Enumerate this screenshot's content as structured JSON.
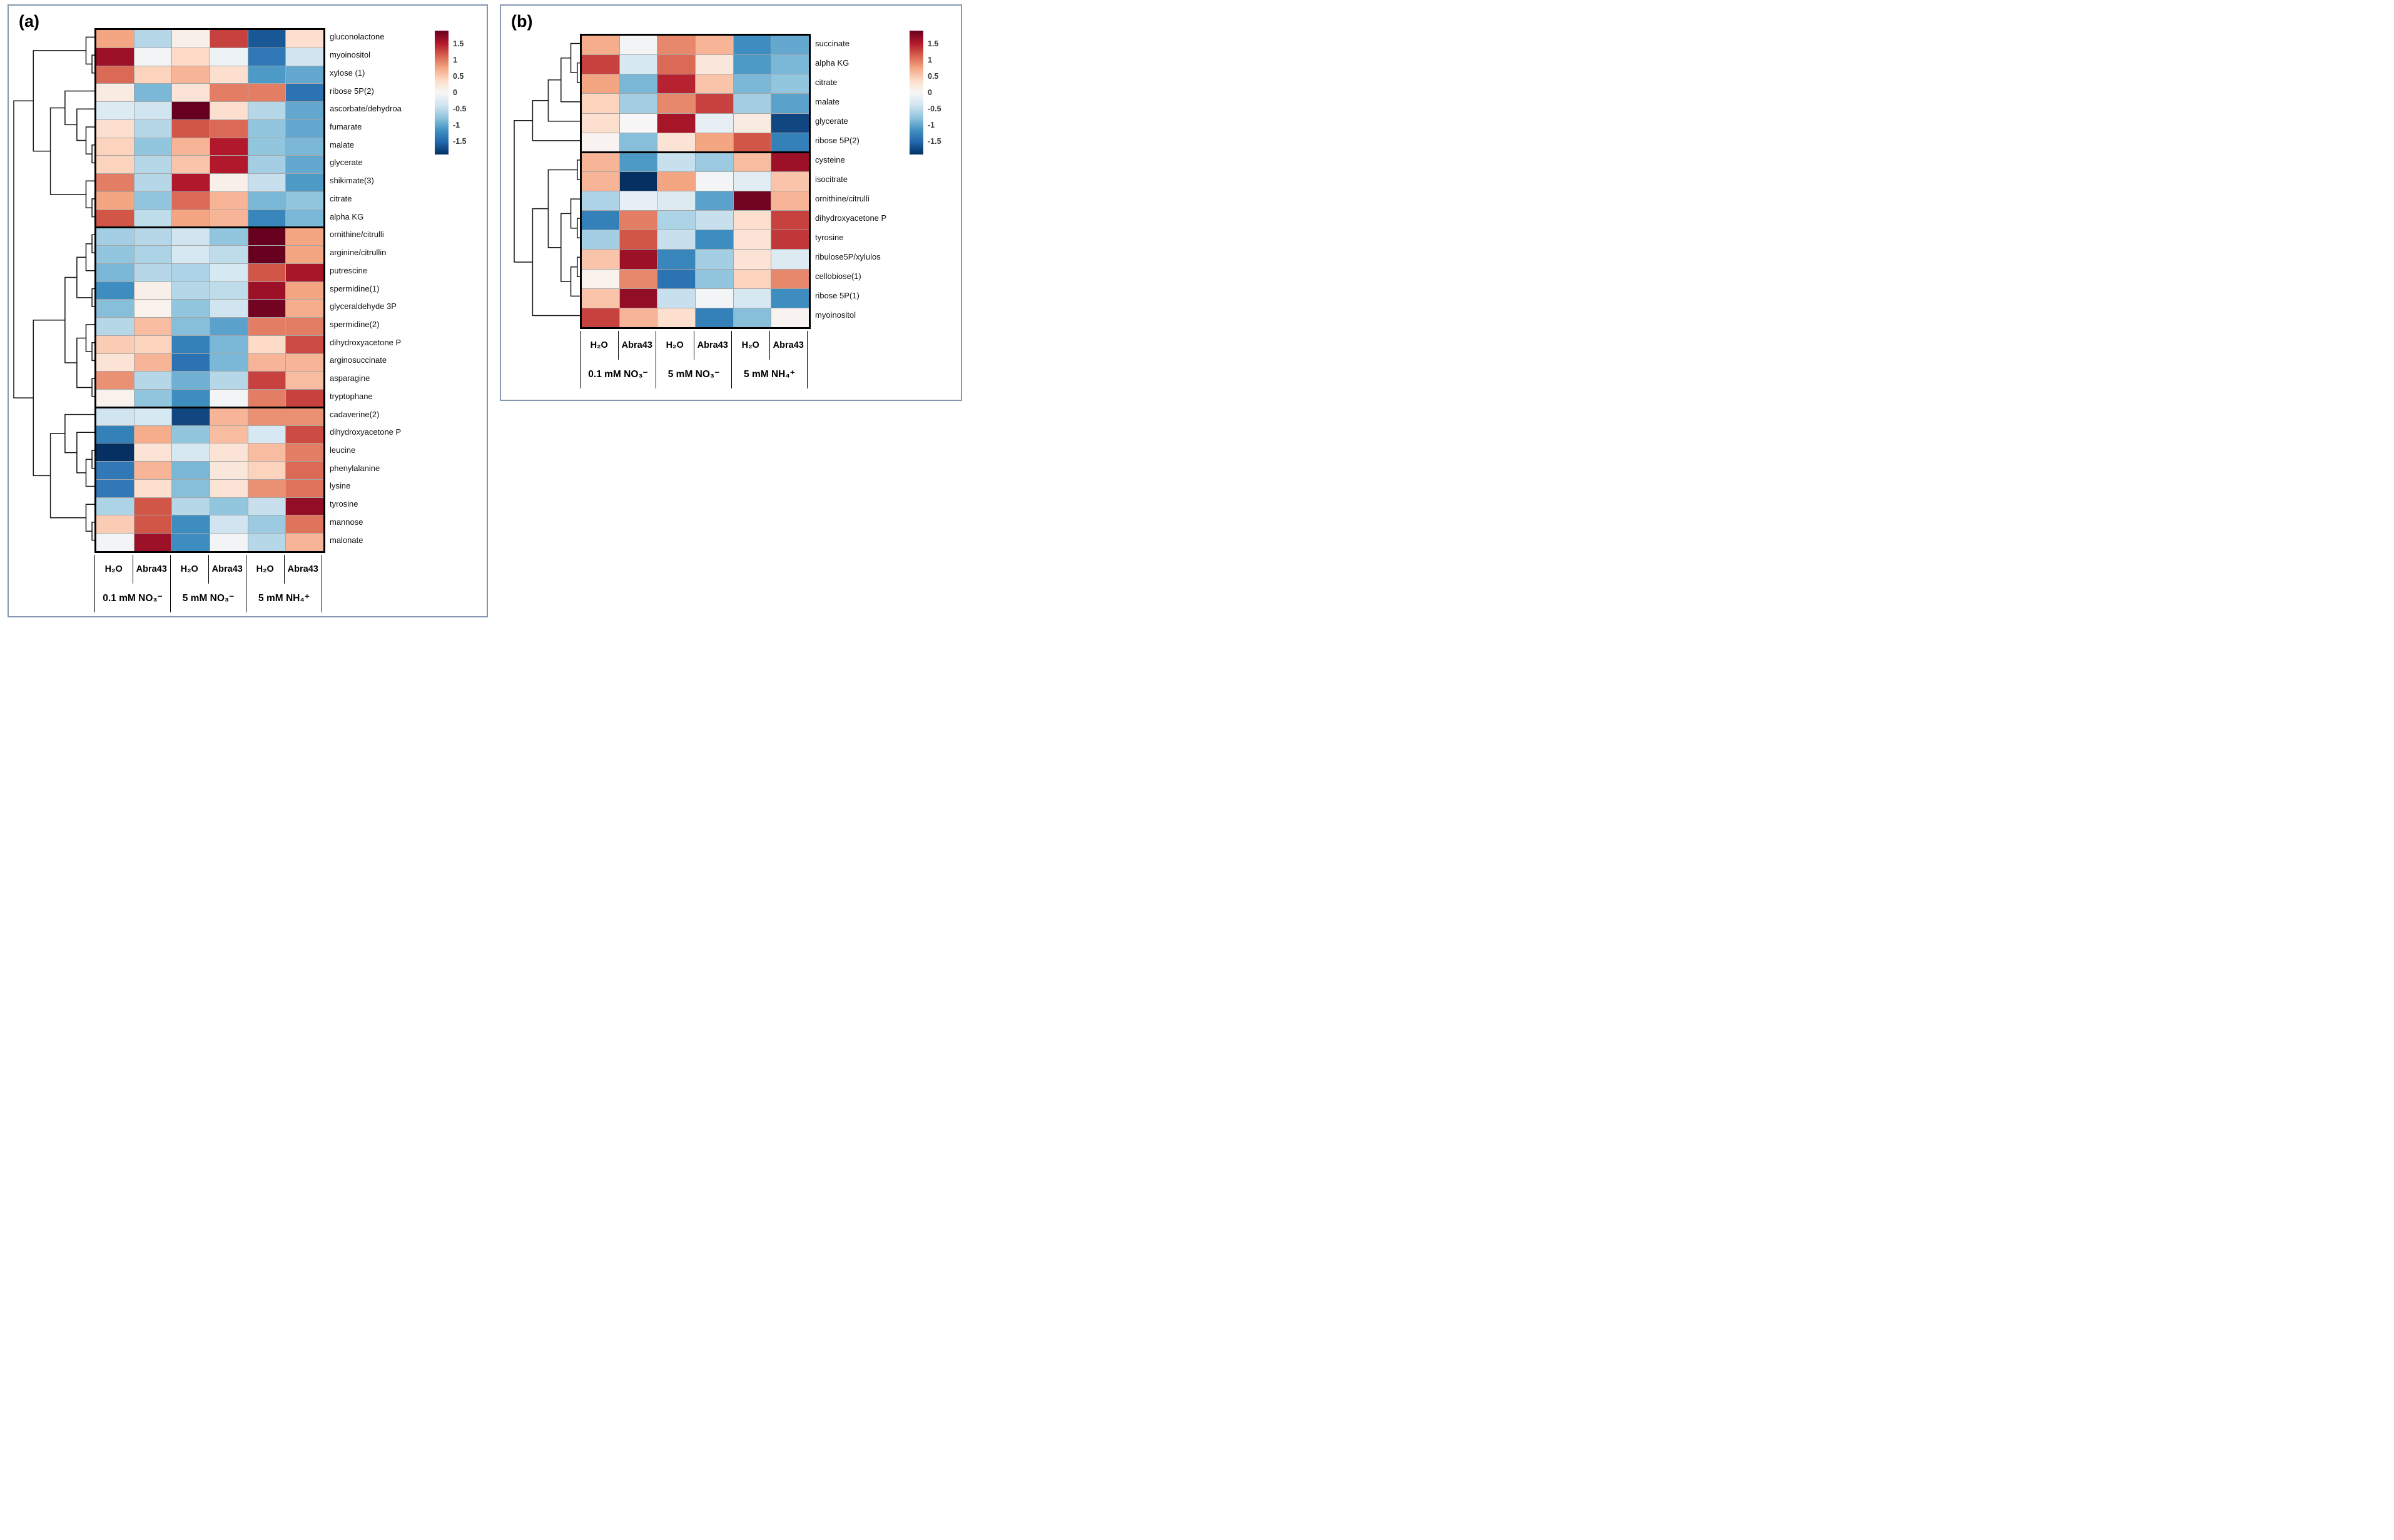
{
  "figure": {
    "background": "#ffffff",
    "panel_border_color": "#8496b0"
  },
  "colors": {
    "palette": [
      "#053061",
      "#2166ac",
      "#4393c3",
      "#92c5de",
      "#d1e5f0",
      "#f7f7f7",
      "#fddbc7",
      "#f4a582",
      "#d6604d",
      "#b2182b",
      "#67001f"
    ],
    "value_domain": [
      -1.75,
      1.75
    ],
    "tick_domain": [
      -1.9,
      1.9
    ],
    "cell_border": "#a6a6a6",
    "cluster_border": "#000000"
  },
  "chart_data": [
    {
      "type": "heatmap",
      "panel": "a",
      "label": "(a)",
      "columns": [
        "H₂O",
        "Abra43",
        "H₂O",
        "Abra43",
        "H₂O",
        "Abra43"
      ],
      "groups": [
        "0.1 mM NO₃⁻",
        "5 mM NO₃⁻",
        "5 mM NH₄⁺"
      ],
      "rows": [
        "gluconolactone",
        "myoinositol",
        "xylose (1)",
        "ribose 5P(2)",
        "ascorbate/dehydroa",
        "fumarate",
        "malate",
        "glycerate",
        "shikimate(3)",
        "citrate",
        "alpha KG",
        "ornithine/citrulli",
        "arginine/citrullin",
        "putrescine",
        "spermidine(1)",
        "glyceraldehyde 3P",
        "spermidine(2)",
        "dihydroxyacetone P",
        "arginosuccinate",
        "asparagine",
        "tryptophane",
        "cadaverine(2)",
        "dihydroxyacetone P",
        "leucine",
        "phenylalanine",
        "lysine",
        "tyrosine",
        "mannose",
        "malonate"
      ],
      "values": [
        [
          0.7,
          -0.5,
          0.1,
          1.2,
          -1.5,
          0.3
        ],
        [
          1.5,
          -0.05,
          0.35,
          -0.1,
          -1.25,
          -0.35
        ],
        [
          1.0,
          0.4,
          0.6,
          0.3,
          -1.0,
          -0.9
        ],
        [
          0.15,
          -0.8,
          0.25,
          0.9,
          0.9,
          -1.3
        ],
        [
          -0.25,
          -0.35,
          1.75,
          0.3,
          -0.5,
          -0.9
        ],
        [
          0.3,
          -0.5,
          1.1,
          1.0,
          -0.7,
          -0.9
        ],
        [
          0.4,
          -0.7,
          0.6,
          1.4,
          -0.7,
          -0.8
        ],
        [
          0.4,
          -0.5,
          0.5,
          1.4,
          -0.6,
          -0.9
        ],
        [
          0.9,
          -0.5,
          1.4,
          0.1,
          -0.4,
          -1.0
        ],
        [
          0.7,
          -0.7,
          1.0,
          0.6,
          -0.8,
          -0.7
        ],
        [
          1.1,
          -0.45,
          0.7,
          0.6,
          -1.15,
          -0.8
        ],
        [
          -0.6,
          -0.5,
          -0.35,
          -0.7,
          1.75,
          0.7
        ],
        [
          -0.7,
          -0.55,
          -0.3,
          -0.45,
          1.75,
          0.7
        ],
        [
          -0.8,
          -0.5,
          -0.55,
          -0.3,
          1.1,
          1.45
        ],
        [
          -1.1,
          0.1,
          -0.5,
          -0.45,
          1.5,
          0.7
        ],
        [
          -0.75,
          0.08,
          -0.7,
          -0.35,
          1.7,
          0.65
        ],
        [
          -0.5,
          0.55,
          -0.75,
          -0.95,
          0.9,
          0.9
        ],
        [
          0.45,
          0.4,
          -1.2,
          -0.8,
          0.35,
          1.15
        ],
        [
          0.25,
          0.6,
          -1.3,
          -0.8,
          0.6,
          0.6
        ],
        [
          0.8,
          -0.5,
          -0.85,
          -0.5,
          1.2,
          0.55
        ],
        [
          0.08,
          -0.7,
          -1.1,
          -0.05,
          0.9,
          1.2
        ],
        [
          -0.35,
          -0.3,
          -1.6,
          0.6,
          0.8,
          0.8
        ],
        [
          -1.2,
          0.65,
          -0.7,
          0.55,
          -0.3,
          1.15
        ],
        [
          -1.75,
          0.25,
          -0.3,
          0.25,
          0.55,
          0.9
        ],
        [
          -1.25,
          0.6,
          -0.8,
          0.2,
          0.4,
          1.0
        ],
        [
          -1.25,
          0.3,
          -0.75,
          0.25,
          0.8,
          0.95
        ],
        [
          -0.55,
          1.1,
          -0.5,
          -0.7,
          -0.4,
          1.55
        ],
        [
          0.45,
          1.1,
          -1.1,
          -0.35,
          -0.65,
          0.95
        ],
        [
          -0.05,
          1.5,
          -1.1,
          -0.05,
          -0.5,
          0.6
        ]
      ],
      "cluster_sizes": [
        11,
        10,
        8
      ],
      "dendrogram": [
        [
          [
            0,
            [
              1,
              2
            ]
          ],
          [
            [
              3,
              [
                4,
                [
                  5,
                  [
                    6,
                    7
                  ]
                ]
              ]
            ],
            [
              8,
              [
                9,
                10
              ]
            ]
          ]
        ],
        [
          [
            [
              [
                [
                  11,
                  12
                ],
                13
              ],
              [
                14,
                15
              ]
            ],
            [
              [
                16,
                [
                  17,
                  18
                ]
              ],
              [
                19,
                20
              ]
            ]
          ],
          [
            [
              21,
              [
                22,
                [
                  [
                    23,
                    24
                  ],
                  25
                ]
              ]
            ],
            [
              26,
              [
                27,
                28
              ]
            ]
          ]
        ]
      ],
      "colorbar_ticks": [
        1.5,
        1,
        0.5,
        0,
        -0.5,
        -1,
        -1.5
      ]
    },
    {
      "type": "heatmap",
      "panel": "b",
      "label": "(b)",
      "columns": [
        "H₂O",
        "Abra43",
        "H₂O",
        "Abra43",
        "H₂O",
        "Abra43"
      ],
      "groups": [
        "0.1 mM NO₃⁻",
        "5 mM NO₃⁻",
        "5 mM NH₄⁺"
      ],
      "rows": [
        "succinate",
        "alpha KG",
        "citrate",
        "malate",
        "glycerate",
        "ribose 5P(2)",
        "cysteine",
        "isocitrate",
        "ornithine/citrulli",
        "dihydroxyacetone P",
        "tyrosine",
        "ribulose5P/xylulos",
        "cellobiose(1)",
        "ribose 5P(1)",
        "myoinositol"
      ],
      "values": [
        [
          0.65,
          -0.05,
          0.85,
          0.6,
          -1.1,
          -0.9
        ],
        [
          1.2,
          -0.3,
          1.0,
          0.2,
          -1.0,
          -0.8
        ],
        [
          0.7,
          -0.8,
          1.35,
          0.5,
          -0.8,
          -0.7
        ],
        [
          0.4,
          -0.6,
          0.85,
          1.2,
          -0.6,
          -0.95
        ],
        [
          0.3,
          0.0,
          1.45,
          -0.15,
          0.15,
          -1.6
        ],
        [
          0.05,
          -0.75,
          0.25,
          0.7,
          1.1,
          -1.2
        ],
        [
          0.6,
          -1.0,
          -0.4,
          -0.65,
          0.55,
          1.5
        ],
        [
          0.6,
          -1.75,
          0.7,
          -0.05,
          -0.2,
          0.5
        ],
        [
          -0.55,
          -0.15,
          -0.25,
          -0.95,
          1.7,
          0.6
        ],
        [
          -1.2,
          0.9,
          -0.55,
          -0.4,
          0.3,
          1.2
        ],
        [
          -0.6,
          1.1,
          -0.4,
          -1.1,
          0.25,
          1.25
        ],
        [
          0.5,
          1.5,
          -1.15,
          -0.6,
          0.25,
          -0.25
        ],
        [
          0.08,
          0.85,
          -1.3,
          -0.7,
          0.4,
          0.85
        ],
        [
          0.5,
          1.55,
          -0.4,
          -0.05,
          -0.3,
          -1.1
        ],
        [
          1.2,
          0.6,
          0.3,
          -1.2,
          -0.75,
          0.05
        ]
      ],
      "cluster_sizes": [
        6,
        9
      ],
      "dendrogram": [
        [
          [
            [
              [
                0,
                [
                  1,
                  2
                ]
              ],
              3
            ],
            4
          ],
          5
        ],
        [
          [
            [
              6,
              7
            ],
            [
              [
                8,
                [
                  9,
                  10
                ]
              ],
              [
                [
                  11,
                  12
                ],
                13
              ]
            ]
          ],
          14
        ]
      ],
      "colorbar_ticks": [
        1.5,
        1,
        0.5,
        0,
        -0.5,
        -1,
        -1.5
      ]
    }
  ]
}
